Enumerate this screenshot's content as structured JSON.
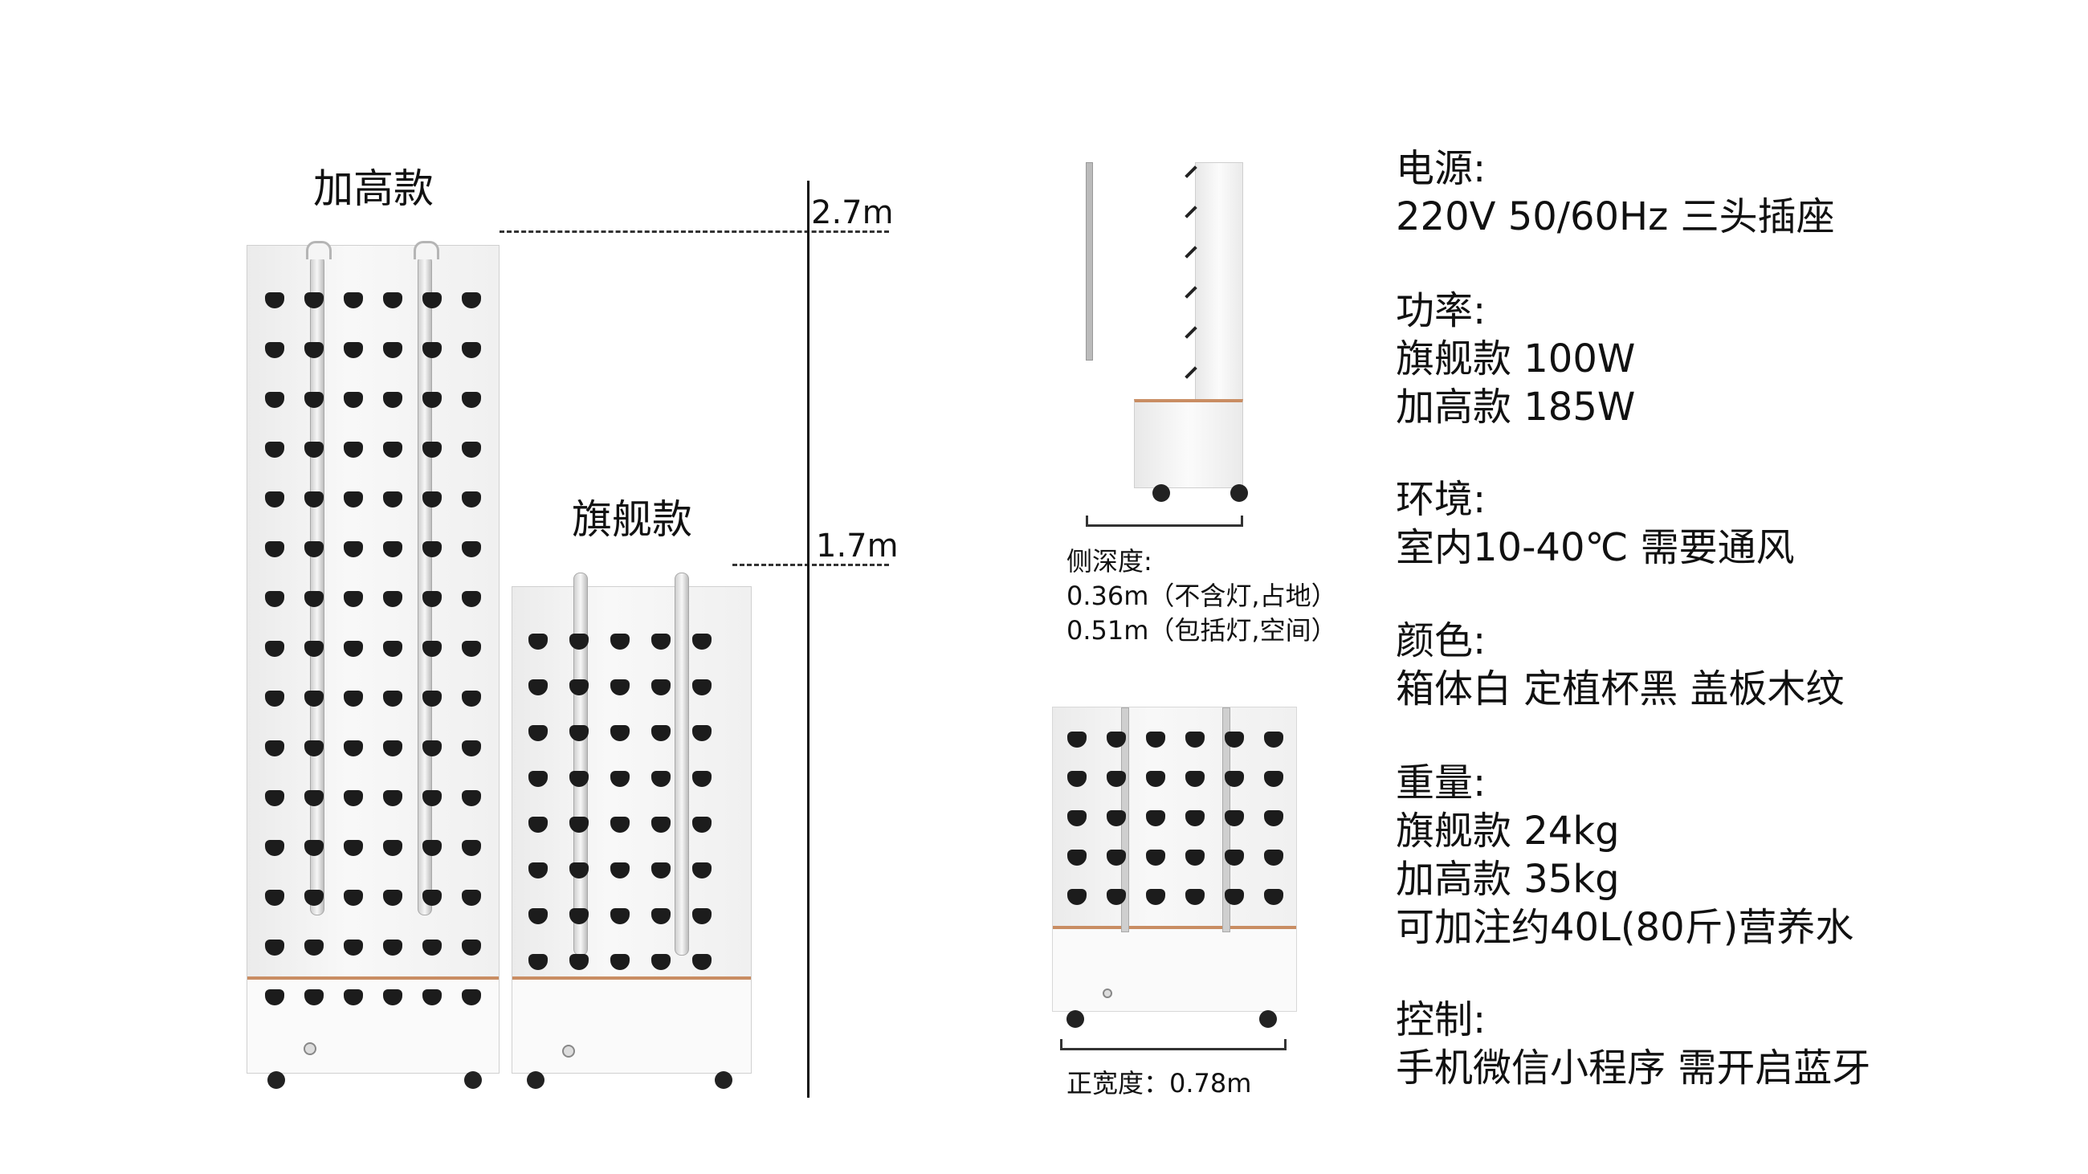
{
  "models": {
    "tall_label": "加高款",
    "flagship_label": "旗舰款"
  },
  "heights": {
    "tall": "2.7m",
    "flagship": "1.7m"
  },
  "side_view": {
    "title": "侧深度:",
    "line1": "0.36m（不含灯,占地）",
    "line2": "0.51m（包括灯,空间）"
  },
  "front_view": {
    "caption": "正宽度：0.78m"
  },
  "specs": {
    "power_supply": {
      "title": "电源:",
      "value": "220V 50/60Hz 三头插座"
    },
    "wattage": {
      "title": "功率:",
      "line1": "旗舰款 100W",
      "line2": "加高款 185W"
    },
    "environment": {
      "title": "环境:",
      "value": "室内10-40℃ 需要通风"
    },
    "color": {
      "title": "颜色:",
      "value": "箱体白 定植杯黑  盖板木纹"
    },
    "weight": {
      "title": "重量:",
      "line1": "旗舰款  24kg",
      "line2": "加高款  35kg",
      "line3": "可加注约40L(80斤)营养水"
    },
    "control": {
      "title": "控制:",
      "value": "手机微信小程序 需开启蓝牙"
    }
  },
  "colors": {
    "cabinet": "#f3f3f3",
    "cup": "#1c1c1c",
    "wood_trim": "#c98d63"
  }
}
